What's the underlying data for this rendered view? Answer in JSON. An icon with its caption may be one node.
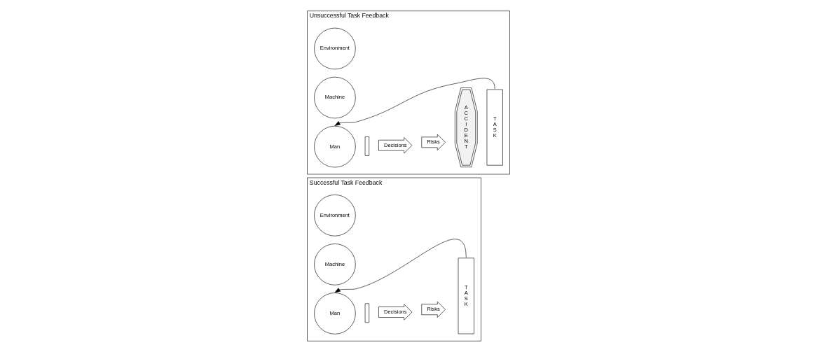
{
  "diagram": {
    "nodes": [
      {
        "text": [
          "Successful Task Feedback"
        ]
      },
      {
        "text": [
          "Man"
        ],
        "in": 0
      },
      {
        "text": [],
        "shape": "bar",
        "in": 0
      },
      {
        "text": [
          "Decisions"
        ],
        "in": 0
      },
      {
        "text": [
          "Risks"
        ],
        "in": 0
      },
      {
        "text": [
          "T A S K"
        ],
        "in": 0
      },
      {
        "text": [
          "Machine"
        ],
        "in": 0
      },
      {
        "text": [
          "Environment"
        ],
        "in": 0
      },
      {
        "text": [
          "Unsuccessful Task Feedback"
        ]
      },
      {
        "text": [
          "Man"
        ],
        "in": 8
      },
      {
        "text": [],
        "shape": "bar",
        "in": 8
      },
      {
        "text": [
          "Decisions"
        ],
        "in": 8
      },
      {
        "text": [
          "Risks"
        ],
        "in": 8
      },
      {
        "text": [
          "A C C I D E N T"
        ],
        "in": 8
      },
      {
        "text": [
          "T A S K"
        ],
        "in": 8
      },
      {
        "text": [
          "Machine"
        ],
        "in": 8
      },
      {
        "text": [
          "Environment"
        ],
        "in": 8
      }
    ],
    "edges": [
      {
        "from": 5,
        "to": 1,
        "arrow": "to"
      },
      {
        "from": 14,
        "to": 9,
        "arrow": "to"
      }
    ]
  }
}
